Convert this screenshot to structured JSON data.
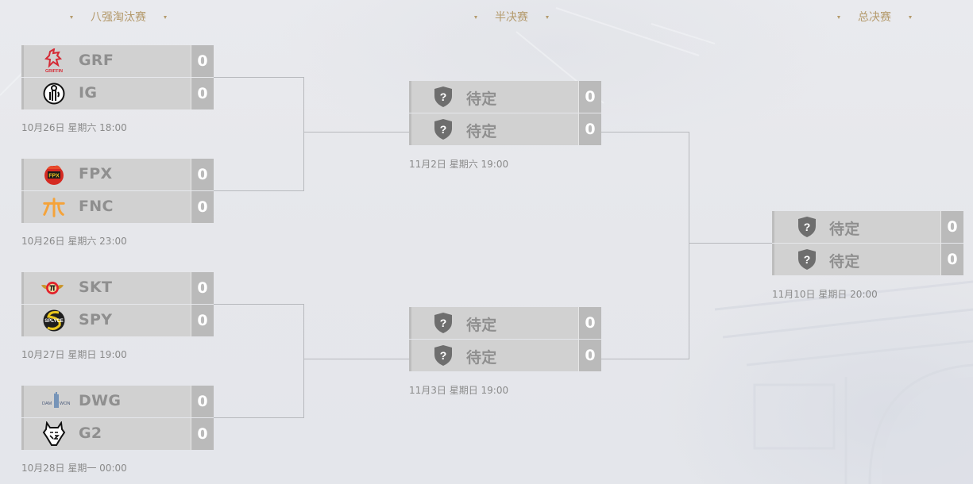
{
  "stages": [
    {
      "title": "八强淘汰赛"
    },
    {
      "title": "半决赛"
    },
    {
      "title": "总决赛"
    }
  ],
  "colors": {
    "stage_title": "#b49a6c",
    "row_bg": "#d1d1d1",
    "score_bg": "#bababa",
    "team_name": "#8f8f8f",
    "score_text": "#ffffff",
    "time_text": "#8a8a8a",
    "connector": "#b7b9bd"
  },
  "quarterfinals": [
    {
      "time": "10月26日 星期六 18:00",
      "teams": [
        {
          "name": "GRF",
          "score": "0",
          "logo": "griffin-logo"
        },
        {
          "name": "IG",
          "score": "0",
          "logo": "ig-logo"
        }
      ]
    },
    {
      "time": "10月26日 星期六 23:00",
      "teams": [
        {
          "name": "FPX",
          "score": "0",
          "logo": "fpx-logo"
        },
        {
          "name": "FNC",
          "score": "0",
          "logo": "fnatic-logo"
        }
      ]
    },
    {
      "time": "10月27日 星期日 19:00",
      "teams": [
        {
          "name": "SKT",
          "score": "0",
          "logo": "skt-logo"
        },
        {
          "name": "SPY",
          "score": "0",
          "logo": "splyce-logo"
        }
      ]
    },
    {
      "time": "10月28日 星期一 00:00",
      "teams": [
        {
          "name": "DWG",
          "score": "0",
          "logo": "damwon-logo"
        },
        {
          "name": "G2",
          "score": "0",
          "logo": "g2-logo"
        }
      ]
    }
  ],
  "semifinals": [
    {
      "time": "11月2日 星期六 19:00",
      "teams": [
        {
          "name": "待定",
          "score": "0",
          "logo": "unknown-shield"
        },
        {
          "name": "待定",
          "score": "0",
          "logo": "unknown-shield"
        }
      ]
    },
    {
      "time": "11月3日 星期日 19:00",
      "teams": [
        {
          "name": "待定",
          "score": "0",
          "logo": "unknown-shield"
        },
        {
          "name": "待定",
          "score": "0",
          "logo": "unknown-shield"
        }
      ]
    }
  ],
  "final": {
    "time": "11月10日 星期日 20:00",
    "teams": [
      {
        "name": "待定",
        "score": "0",
        "logo": "unknown-shield"
      },
      {
        "name": "待定",
        "score": "0",
        "logo": "unknown-shield"
      }
    ]
  },
  "logo_texts": {
    "griffin": "GRIFFIN",
    "fpx": "FPX",
    "splyce": "SPLYCE",
    "damwon": "DAMWON",
    "shield_mark": "?"
  }
}
